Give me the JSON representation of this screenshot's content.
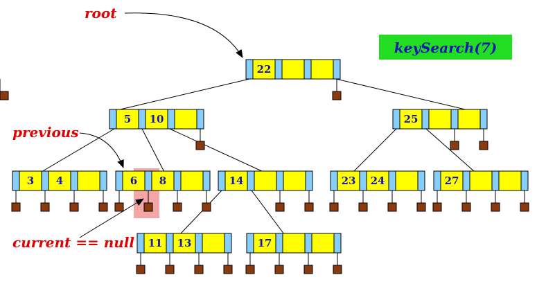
{
  "title": "keySearch(7)",
  "labels": {
    "root": "root",
    "previous": "previous",
    "current": "current == null"
  },
  "keys": {
    "root": [
      "22"
    ],
    "left": [
      "5",
      "10"
    ],
    "right": [
      "25"
    ],
    "leaf1": [
      "3",
      "4"
    ],
    "leaf2": [
      "6",
      "8"
    ],
    "leaf3": [
      "14"
    ],
    "leaf4": [
      "23",
      "24"
    ],
    "leaf5": [
      "27"
    ],
    "leaf6": [
      "11",
      "13"
    ],
    "leaf7": [
      "17"
    ]
  },
  "colors": {
    "pointer_cell": "#87cefa",
    "key_cell": "#ffff00",
    "key_text": "#1515b0",
    "label_text": "#e00000",
    "null_pointer": "#8b3a0f",
    "title_bg": "#22dd22",
    "highlight": "#f4a6a6"
  },
  "icons": [
    "arrow-icon",
    "null-pointer-icon"
  ]
}
